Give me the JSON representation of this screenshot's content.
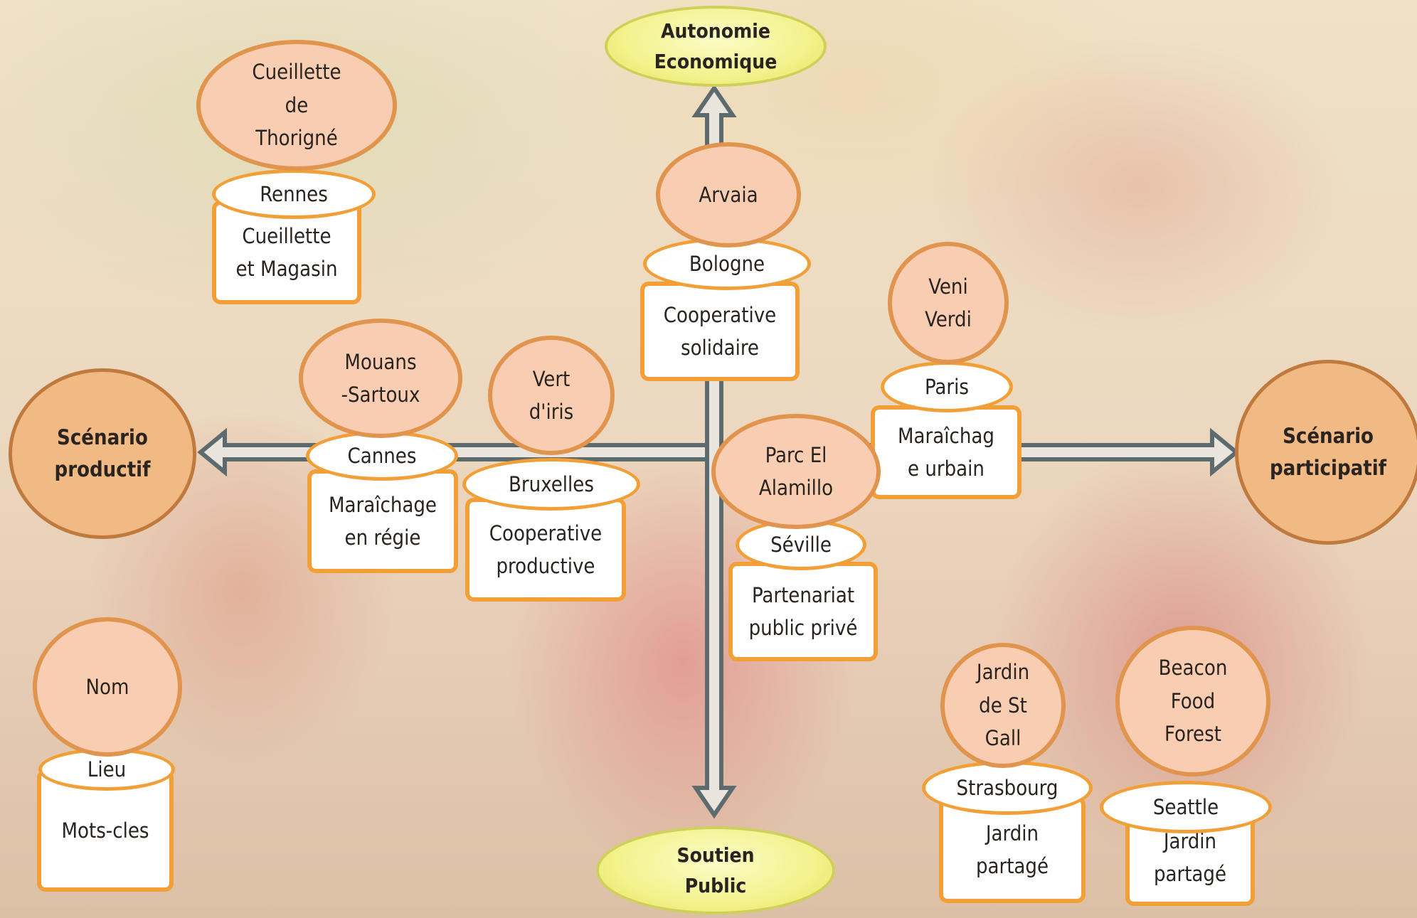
{
  "poles": {
    "top": "Autonomie\nEconomique",
    "bottom": "Soutien\nPublic",
    "left": "Scénario\nproductif",
    "right": "Scénario\nparticipatif"
  },
  "legend": {
    "name": "Nom",
    "place": "Lieu",
    "keywords": "Mots-cles"
  },
  "projects": [
    {
      "name": "Cueillette\nde\nThorigné",
      "place": "Rennes",
      "keywords": "Cueillette\net Magasin"
    },
    {
      "name": "Arvaia",
      "place": "Bologne",
      "keywords": "Cooperative\nsolidaire"
    },
    {
      "name": "Veni\nVerdi",
      "place": "Paris",
      "keywords": "Maraîchag\ne urbain"
    },
    {
      "name": "Mouans\n-Sartoux",
      "place": "Cannes",
      "keywords": "Maraîchage\nen régie"
    },
    {
      "name": "Vert\nd'iris",
      "place": "Bruxelles",
      "keywords": "Cooperative\nproductive"
    },
    {
      "name": "Parc El\nAlamillo",
      "place": "Séville",
      "keywords": "Partenariat\npublic privé"
    },
    {
      "name": "Jardin\nde St\nGall",
      "place": "Strasbourg",
      "keywords": "Jardin\npartagé"
    },
    {
      "name": "Beacon\nFood\nForest",
      "place": "Seattle",
      "keywords": "Jardin\npartagé"
    }
  ],
  "colors": {
    "axis_fill": "#e9e4dc",
    "axis_stroke": "#5d6b6e",
    "name_fill": "#f8cdb1",
    "name_border": "#e0944d",
    "box_border": "#f29f37",
    "pole_fill": "#f1b983",
    "pole_yellow": "#f3f28d"
  }
}
